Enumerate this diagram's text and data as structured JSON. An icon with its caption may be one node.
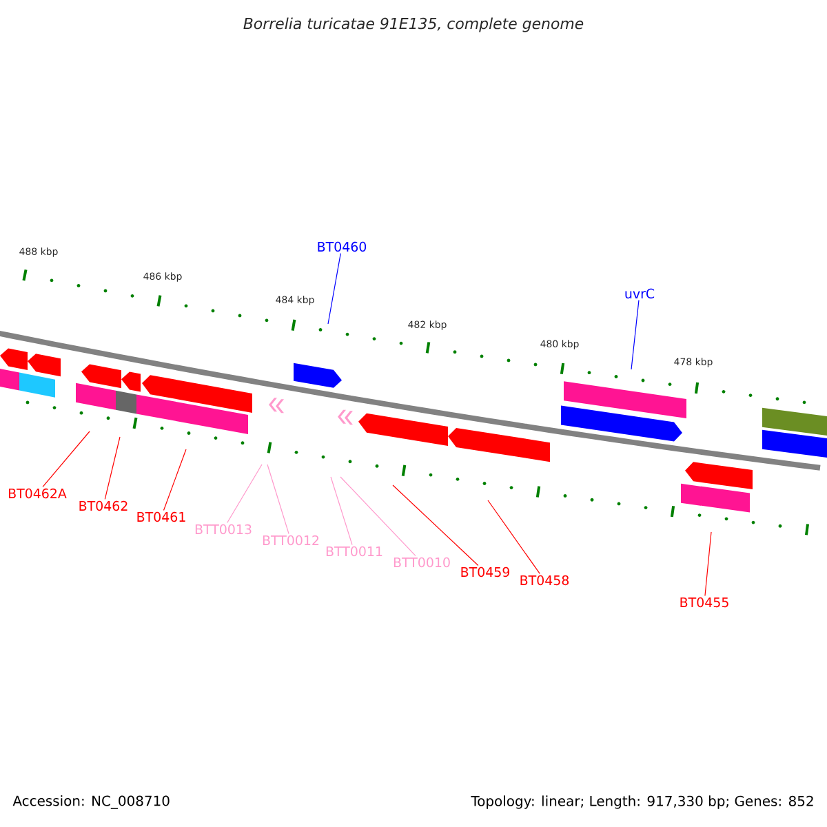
{
  "diagram": {
    "title": "Borrelia turicatae 91E135, complete genome",
    "nodes": [
      {
        "text": [
          "BT0460"
        ]
      },
      {
        "text": [
          "uvrC"
        ]
      },
      {
        "text": [
          "BT0462A"
        ]
      },
      {
        "text": [
          "BT0462"
        ]
      },
      {
        "text": [
          "BT0461"
        ]
      },
      {
        "text": [
          "BTT0013"
        ]
      },
      {
        "text": [
          "BTT0012"
        ]
      },
      {
        "text": [
          "BTT0011"
        ]
      },
      {
        "text": [
          "BTT0010"
        ]
      },
      {
        "text": [
          "BT0459"
        ]
      },
      {
        "text": [
          "BT0458"
        ]
      },
      {
        "text": [
          "BT0455"
        ]
      }
    ],
    "edges": [
      {
        "from": 0,
        "to": null,
        "arrow": "none",
        "color": "#0000ff"
      },
      {
        "from": 1,
        "to": null,
        "arrow": "none",
        "color": "#0000ff"
      },
      {
        "from": 2,
        "to": null,
        "arrow": "none"
      },
      {
        "from": 3,
        "to": null,
        "arrow": "none"
      },
      {
        "from": 4,
        "to": null,
        "arrow": "none"
      },
      {
        "from": 5,
        "to": null,
        "arrow": "none",
        "color": "#ff99cc"
      },
      {
        "from": 6,
        "to": null,
        "arrow": "none",
        "color": "#ff99cc"
      },
      {
        "from": 7,
        "to": null,
        "arrow": "none",
        "color": "#ff99cc"
      },
      {
        "from": 8,
        "to": null,
        "arrow": "none",
        "color": "#ff99cc"
      },
      {
        "from": 9,
        "to": null,
        "arrow": "none"
      },
      {
        "from": 10,
        "to": null,
        "arrow": "none"
      },
      {
        "from": 11,
        "to": null,
        "arrow": "none"
      }
    ],
    "labels": [
      "488 kbp",
      "486 kbp",
      "484 kbp",
      "482 kbp",
      "480 kbp",
      "478 kbp",
      "Accession: NC_008710",
      "Topology: linear; Length: 917,330 bp; Genes: 852"
    ]
  }
}
